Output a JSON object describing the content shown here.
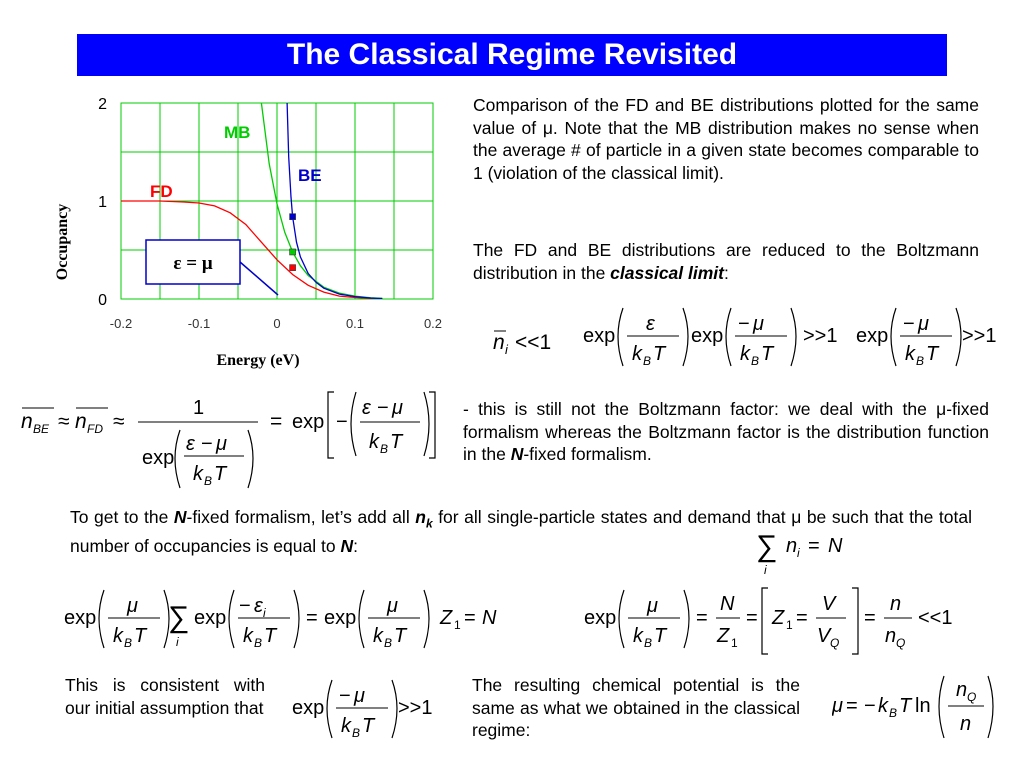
{
  "slide": {
    "title": "The Classical Regime Revisited"
  },
  "chart_data": {
    "type": "line",
    "xlabel": "Energy (eV)",
    "ylabel": "Occupancy",
    "xlim": [
      -0.2,
      0.2
    ],
    "ylim": [
      0,
      2
    ],
    "x_ticks": [
      "-0.2",
      "-0.1",
      "0",
      "0.1",
      "0.2"
    ],
    "y_ticks": [
      "0",
      "1",
      "2"
    ],
    "grid": true,
    "annotation": "ε = μ",
    "series": [
      {
        "name": "FD",
        "color": "#ff0000",
        "x": [
          -0.2,
          -0.15,
          -0.12,
          -0.1,
          -0.08,
          -0.06,
          -0.04,
          -0.02,
          0.0,
          0.02,
          0.04,
          0.06,
          0.08,
          0.1,
          0.12,
          0.135
        ],
        "y": [
          1.0,
          1.0,
          0.99,
          0.98,
          0.95,
          0.88,
          0.76,
          0.58,
          0.4,
          0.25,
          0.14,
          0.07,
          0.03,
          0.015,
          0.006,
          0.003
        ]
      },
      {
        "name": "MB",
        "color": "#00cc00",
        "x": [
          -0.02,
          -0.01,
          0.0,
          0.01,
          0.02,
          0.03,
          0.04,
          0.06,
          0.08,
          0.1,
          0.12,
          0.135
        ],
        "y": [
          2.0,
          1.38,
          0.97,
          0.68,
          0.48,
          0.34,
          0.24,
          0.12,
          0.06,
          0.03,
          0.012,
          0.006
        ]
      },
      {
        "name": "BE",
        "color": "#0000cc",
        "x": [
          0.013,
          0.015,
          0.018,
          0.02,
          0.025,
          0.03,
          0.04,
          0.05,
          0.06,
          0.08,
          0.1,
          0.12,
          0.135
        ],
        "y": [
          2.0,
          1.45,
          1.04,
          0.84,
          0.58,
          0.43,
          0.26,
          0.17,
          0.11,
          0.05,
          0.025,
          0.01,
          0.005
        ]
      }
    ],
    "markers": [
      {
        "series": "BE",
        "x": 0.02,
        "y": 0.84
      },
      {
        "series": "MB",
        "x": 0.02,
        "y": 0.48
      },
      {
        "series": "FD",
        "x": 0.02,
        "y": 0.32
      }
    ]
  },
  "text": {
    "comparison": "Comparison of the FD and BE distributions plotted for the same value of μ. Note that the MB distribution makes no sense when the average # of particle in a given state becomes comparable to 1 (violation of the classical limit).",
    "reduced_pre": "The FD and BE distributions are reduced to the Boltzmann distribution in the ",
    "reduced_em": "classical limit",
    "reduced_post": ":",
    "boltzmann_note_pre": "- this is still not the Boltzmann factor: we deal with the μ-fixed formalism whereas the Boltzmann factor is the distribution function in the ",
    "boltzmann_note_em": "N",
    "boltzmann_note_post": "-fixed formalism.",
    "to_get_1": "To get to the ",
    "to_get_N": "N",
    "to_get_2": "-fixed formalism, let’s add all ",
    "to_get_n": "n",
    "to_get_k": "k",
    "to_get_3": " for all single-particle states and demand that μ be such that the total number of occupancies is equal to ",
    "to_get_N2": "N",
    "to_get_4": ":",
    "consistent": "This is consistent with our initial assumption that",
    "resulting": "The resulting chemical potential is the same as what we obtained in the classical regime:"
  }
}
